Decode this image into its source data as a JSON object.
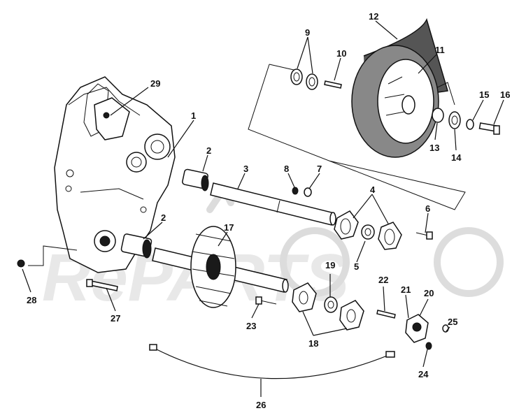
{
  "watermark": {
    "text": "RePARTS"
  },
  "labels": [
    {
      "id": "1",
      "text": "1"
    },
    {
      "id": "2a",
      "text": "2"
    },
    {
      "id": "2b",
      "text": "2"
    },
    {
      "id": "3",
      "text": "3"
    },
    {
      "id": "4",
      "text": "4"
    },
    {
      "id": "5",
      "text": "5"
    },
    {
      "id": "6",
      "text": "6"
    },
    {
      "id": "7",
      "text": "7"
    },
    {
      "id": "8",
      "text": "8"
    },
    {
      "id": "9",
      "text": "9"
    },
    {
      "id": "10",
      "text": "10"
    },
    {
      "id": "11",
      "text": "11"
    },
    {
      "id": "12",
      "text": "12"
    },
    {
      "id": "13",
      "text": "13"
    },
    {
      "id": "14",
      "text": "14"
    },
    {
      "id": "15",
      "text": "15"
    },
    {
      "id": "16",
      "text": "16"
    },
    {
      "id": "17",
      "text": "17"
    },
    {
      "id": "18",
      "text": "18"
    },
    {
      "id": "19",
      "text": "19"
    },
    {
      "id": "20",
      "text": "20"
    },
    {
      "id": "21",
      "text": "21"
    },
    {
      "id": "22",
      "text": "22"
    },
    {
      "id": "23",
      "text": "23"
    },
    {
      "id": "24",
      "text": "24"
    },
    {
      "id": "25",
      "text": "25"
    },
    {
      "id": "26",
      "text": "26"
    },
    {
      "id": "27",
      "text": "27"
    },
    {
      "id": "28",
      "text": "28"
    },
    {
      "id": "29",
      "text": "29"
    }
  ]
}
